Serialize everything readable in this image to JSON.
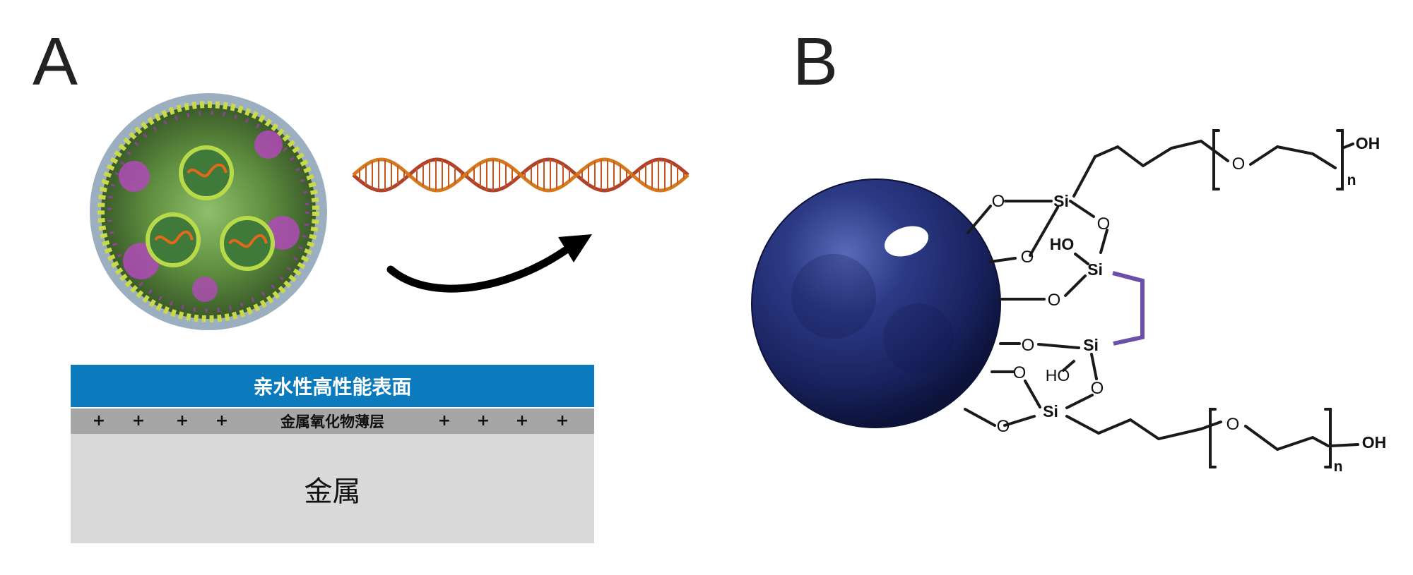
{
  "panels": {
    "a": "A",
    "b": "B"
  },
  "surface": {
    "top_layer": "亲水性高性能表面",
    "oxide_layer": "金属氧化物薄层",
    "base": "金属",
    "charge_symbol": "+"
  },
  "chem": {
    "o": "O",
    "si": "Si",
    "ho": "HO",
    "oh": "OH",
    "n": "n"
  },
  "colors": {
    "surface_blue": "#0c7bbd",
    "oxide_gray": "#a6a6a6",
    "metal_gray": "#d9d9d9",
    "crosslink_purple": "#6b4fa8",
    "nanoparticle_navy": "#1e2a6e"
  }
}
